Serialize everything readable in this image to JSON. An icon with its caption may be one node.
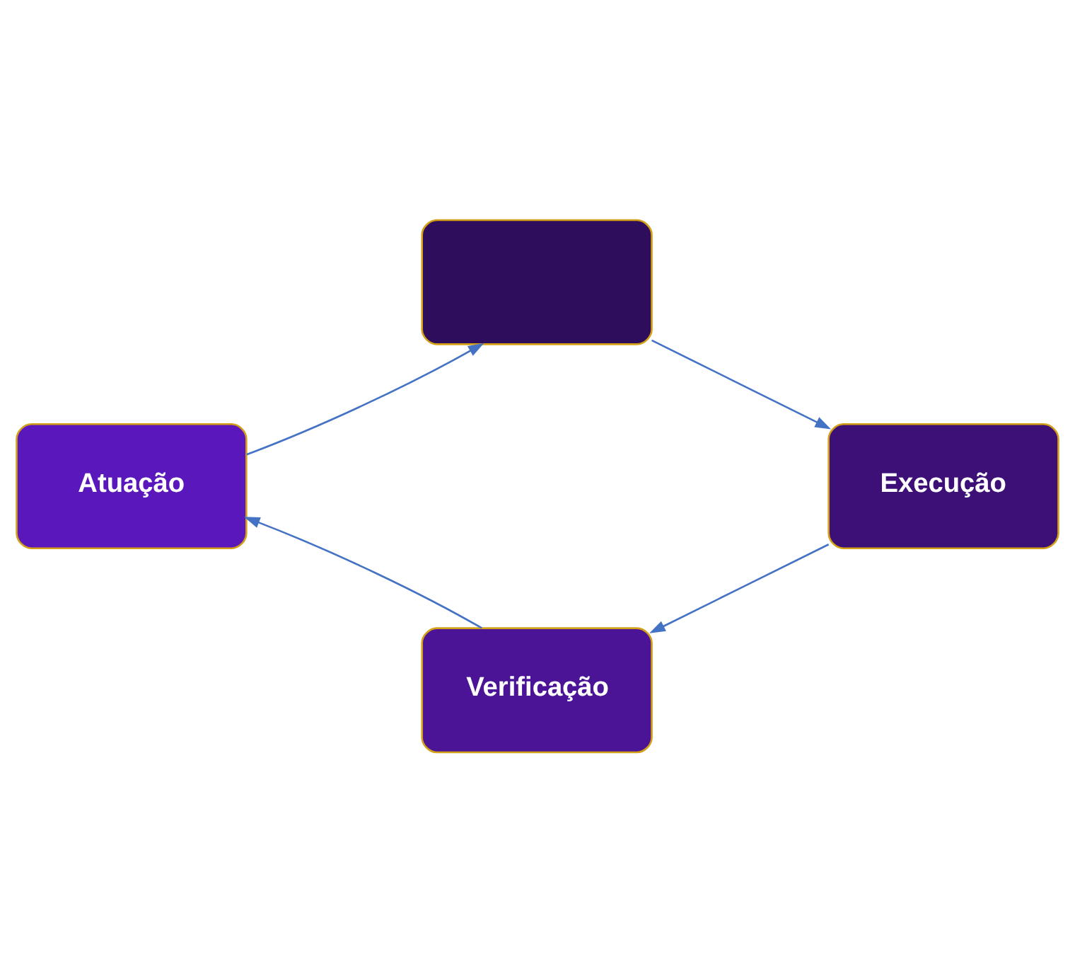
{
  "diagram": {
    "nodes": [
      {
        "text": [],
        "shape": "box"
      },
      {
        "text": [
          "Execução"
        ]
      },
      {
        "text": [
          "Verificação"
        ]
      },
      {
        "text": [
          "Atuação"
        ]
      }
    ],
    "edges": [
      {
        "from": 0,
        "to": 1,
        "arrow": "to"
      },
      {
        "from": 1,
        "to": 2,
        "arrow": "to"
      },
      {
        "from": 2,
        "to": 3,
        "arrow": "to"
      },
      {
        "from": 3,
        "to": 0,
        "arrow": "to"
      }
    ]
  }
}
